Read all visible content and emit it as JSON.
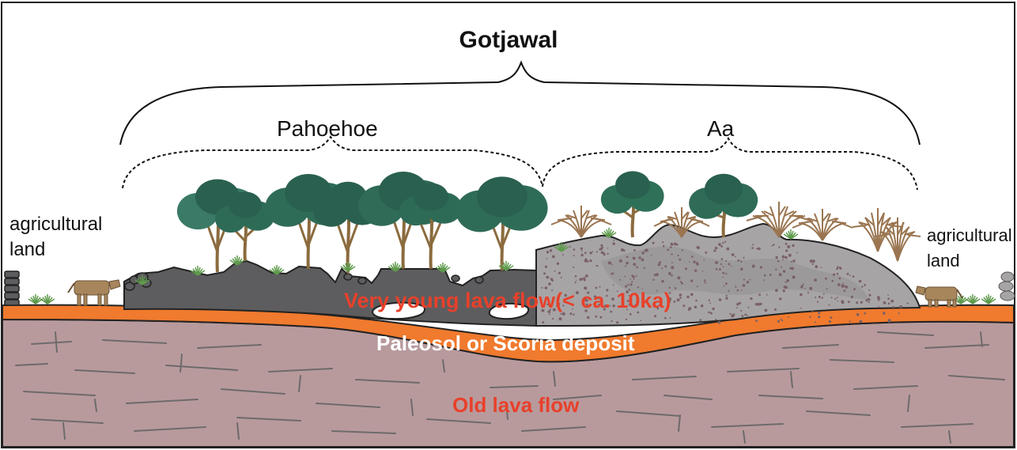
{
  "title": "Gotjawal",
  "lava_types": {
    "left": "Pahoehoe",
    "right": "Aa"
  },
  "side_labels": {
    "left": "agricultural land",
    "right": "agricultural land"
  },
  "layers": {
    "young": "Very young lava flow(< ca. 10ka)",
    "paleosol": "Paleosol or Scoria deposit",
    "old": "Old lava flow"
  },
  "colors": {
    "old_lava": "#b89a9d",
    "paleosol": "#f07a2e",
    "pahoehoe": "#5d5d5f",
    "aa": "#a7a4a6",
    "label_red": "#e8402a",
    "tree_canopy": "#2e6b57",
    "trunk": "#8b6b3e",
    "cow": "#a8865c"
  }
}
